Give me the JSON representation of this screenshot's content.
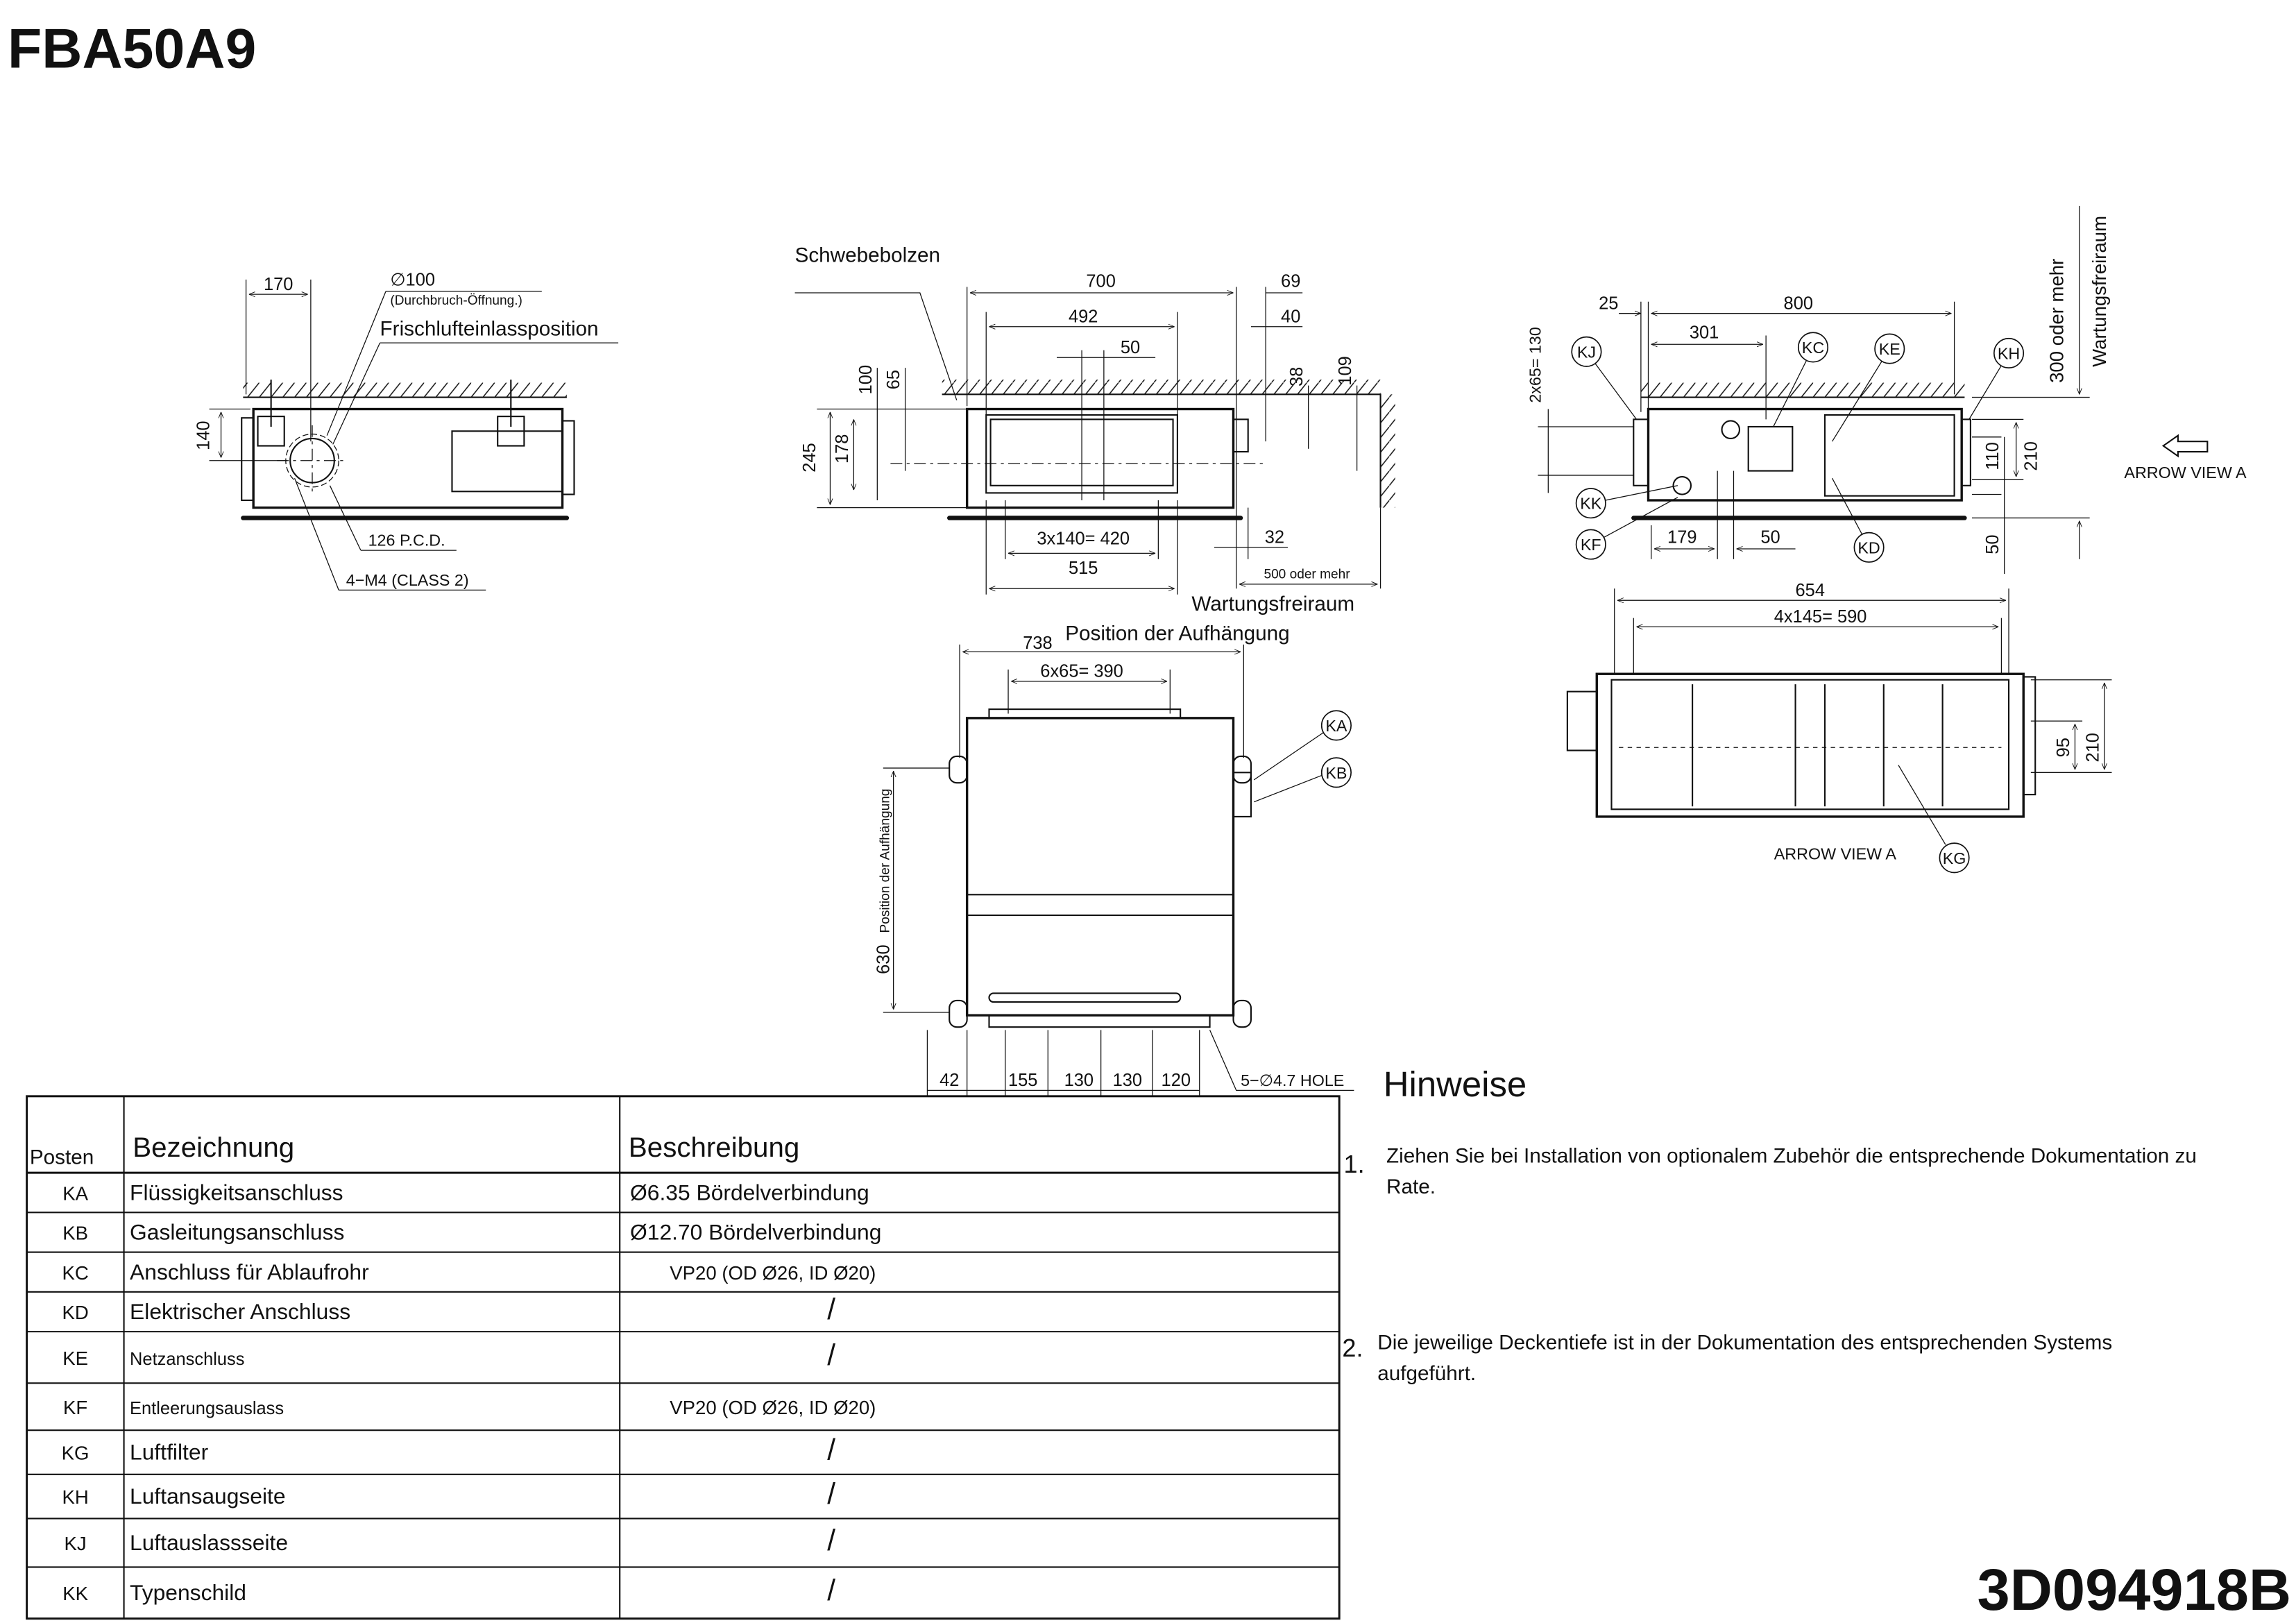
{
  "title": "FBA50A9",
  "drawing_number": "3D094918B",
  "side_view": {
    "dim_170": "170",
    "dim_140": "140",
    "dia_100": "∅100",
    "opening_note": "(Durchbruch-Öffnung.)",
    "fresh_air_label": "Frischlufteinlassposition",
    "pcd": "126 P.C.D.",
    "screws": "4−M4 (CLASS 2)"
  },
  "front_view": {
    "bolt_label": "Schwebebolzen",
    "dim_700": "700",
    "dim_69": "69",
    "dim_492": "492",
    "dim_40": "40",
    "dim_50": "50",
    "dim_100": "100",
    "dim_65": "65",
    "dim_38": "38",
    "dim_109": "109",
    "dim_245": "245",
    "dim_178": "178",
    "dim_420": "3x140= 420",
    "dim_515": "515",
    "dim_32": "32",
    "clearance": "500 oder mehr",
    "service_space": "Wartungsfreiraum",
    "dim_738": "738",
    "suspension_label": "Position der Aufhängung"
  },
  "plan_view": {
    "dim_390": "6x65= 390",
    "dim_630": "630",
    "suspension_label": "Position der Aufhängung",
    "bottom_dims": [
      "42",
      "155",
      "130",
      "130",
      "120"
    ],
    "holes": "5−∅4.7 HOLE",
    "tag_ka": "KA",
    "tag_kb": "KB"
  },
  "end_view": {
    "dim_25": "25",
    "dim_800": "800",
    "dim_301": "301",
    "dim_130": "2x65= 130",
    "dim_179": "179",
    "dim_50": "50",
    "dim_110": "110",
    "dim_210": "210",
    "dim_50b": "50",
    "clearance": "300 oder mehr",
    "service_space": "Wartungsfreiraum",
    "arrow_label": "ARROW VIEW A",
    "tags": {
      "kj": "KJ",
      "kc": "KC",
      "ke": "KE",
      "kh": "KH",
      "kk": "KK",
      "kf": "KF",
      "kd": "KD"
    }
  },
  "arrow_view": {
    "dim_654": "654",
    "dim_590": "4x145= 590",
    "dim_95": "95",
    "dim_210": "210",
    "label": "ARROW VIEW A",
    "tag_kg": "KG"
  },
  "table": {
    "headers": {
      "pos": "Posten",
      "name": "Bezeichnung",
      "desc": "Beschreibung"
    },
    "rows": [
      {
        "pos": "KA",
        "name": "Flüssigkeitsanschluss",
        "desc": "Ø6.35 Bördelverbindung"
      },
      {
        "pos": "KB",
        "name": "Gasleitungsanschluss",
        "desc": "Ø12.70 Bördelverbindung"
      },
      {
        "pos": "KC",
        "name": "Anschluss für Ablaufrohr",
        "desc": "VP20 (OD Ø26, ID Ø20)"
      },
      {
        "pos": "KD",
        "name": "Elektrischer Anschluss",
        "desc": "/"
      },
      {
        "pos": "KE",
        "name": "Netzanschluss",
        "desc": "/"
      },
      {
        "pos": "KF",
        "name": "Entleerungsauslass",
        "desc": "VP20 (OD Ø26, ID Ø20)"
      },
      {
        "pos": "KG",
        "name": "Luftfilter",
        "desc": "/"
      },
      {
        "pos": "KH",
        "name": "Luftansaugseite",
        "desc": "/"
      },
      {
        "pos": "KJ",
        "name": "Luftauslassseite",
        "desc": "/"
      },
      {
        "pos": "KK",
        "name": "Typenschild",
        "desc": "/"
      }
    ]
  },
  "notes": {
    "heading": "Hinweise",
    "items": [
      {
        "num": "1.",
        "line1": "Ziehen Sie bei Installation von optionalem Zubehör die entsprechende Dokumentation zu",
        "line2": "Rate."
      },
      {
        "num": "2.",
        "line1": "Die jeweilige Deckentiefe ist in der Dokumentation des entsprechenden Systems",
        "line2": "aufgeführt."
      }
    ]
  }
}
